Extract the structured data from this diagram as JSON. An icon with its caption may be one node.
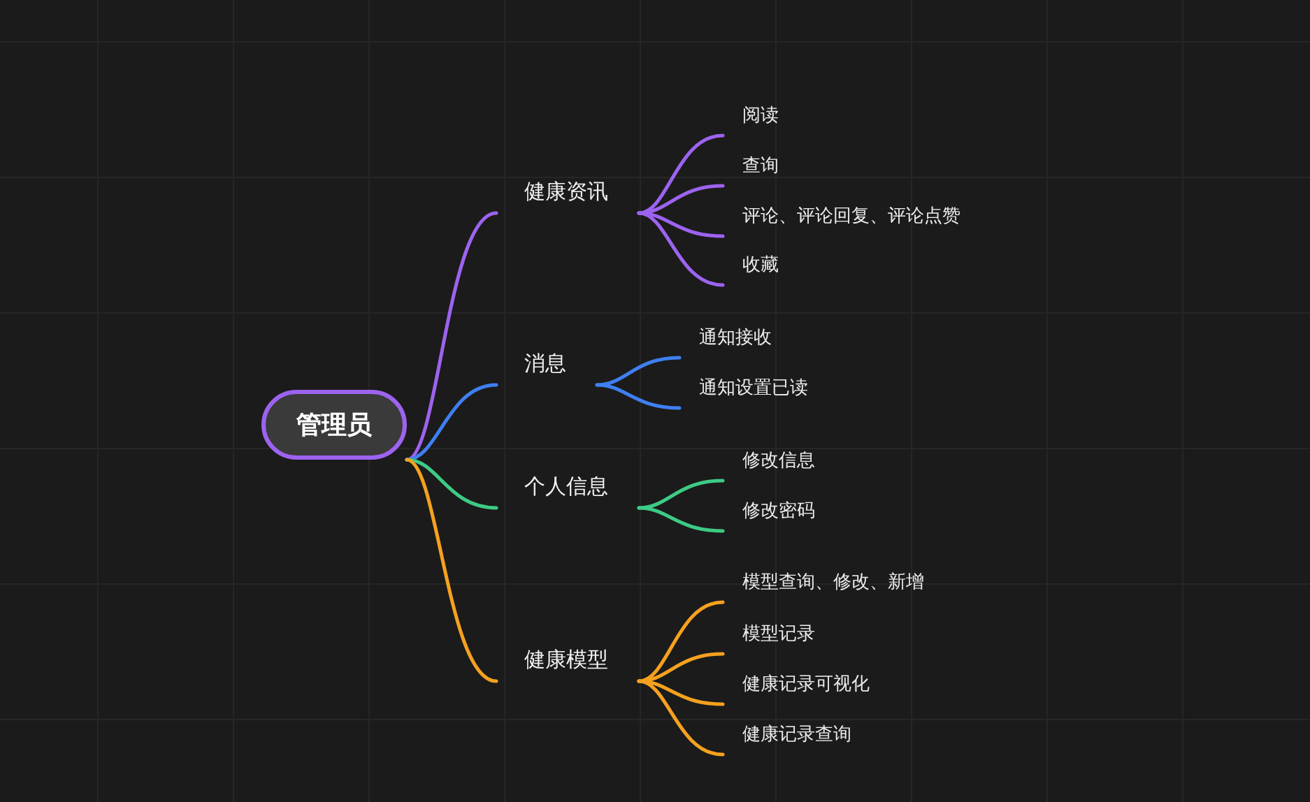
{
  "diagram": {
    "nodes": [
      {
        "text": [
          "管理员"
        ]
      },
      {
        "text": [
          "健康资讯"
        ]
      },
      {
        "text": [
          "阅读"
        ]
      },
      {
        "text": [
          "查询"
        ]
      },
      {
        "text": [
          "评论、评论回复、评论点赞"
        ]
      },
      {
        "text": [
          "收藏"
        ]
      },
      {
        "text": [
          "消息"
        ]
      },
      {
        "text": [
          "通知接收"
        ]
      },
      {
        "text": [
          "通知设置已读"
        ]
      },
      {
        "text": [
          "个人信息"
        ]
      },
      {
        "text": [
          "修改信息"
        ]
      },
      {
        "text": [
          "修改密码"
        ]
      },
      {
        "text": [
          "健康模型"
        ]
      },
      {
        "text": [
          "模型查询、修改、新增"
        ]
      },
      {
        "text": [
          "模型记录"
        ]
      },
      {
        "text": [
          "健康记录可视化"
        ]
      },
      {
        "text": [
          "健康记录查询"
        ]
      }
    ],
    "edges": [
      {
        "from": 0,
        "to": 1,
        "arrow": "none",
        "color": "#9d63f0"
      },
      {
        "from": 0,
        "to": 6,
        "arrow": "none",
        "color": "#3f7ff2"
      },
      {
        "from": 0,
        "to": 9,
        "arrow": "none",
        "color": "#3ecb85"
      },
      {
        "from": 0,
        "to": 12,
        "arrow": "none",
        "color": "#f5a11f"
      },
      {
        "from": 1,
        "to": 2,
        "arrow": "none",
        "color": "#9d63f0"
      },
      {
        "from": 1,
        "to": 3,
        "arrow": "none",
        "color": "#9d63f0"
      },
      {
        "from": 1,
        "to": 4,
        "arrow": "none",
        "color": "#9d63f0"
      },
      {
        "from": 1,
        "to": 5,
        "arrow": "none",
        "color": "#9d63f0"
      },
      {
        "from": 6,
        "to": 7,
        "arrow": "none",
        "color": "#3f7ff2"
      },
      {
        "from": 6,
        "to": 8,
        "arrow": "none",
        "color": "#3f7ff2"
      },
      {
        "from": 9,
        "to": 10,
        "arrow": "none",
        "color": "#3ecb85"
      },
      {
        "from": 9,
        "to": 11,
        "arrow": "none",
        "color": "#3ecb85"
      },
      {
        "from": 12,
        "to": 13,
        "arrow": "none",
        "color": "#f5a11f"
      },
      {
        "from": 12,
        "to": 14,
        "arrow": "none",
        "color": "#f5a11f"
      },
      {
        "from": 12,
        "to": 15,
        "arrow": "none",
        "color": "#f5a11f"
      },
      {
        "from": 12,
        "to": 16,
        "arrow": "none",
        "color": "#f5a11f"
      }
    ]
  }
}
